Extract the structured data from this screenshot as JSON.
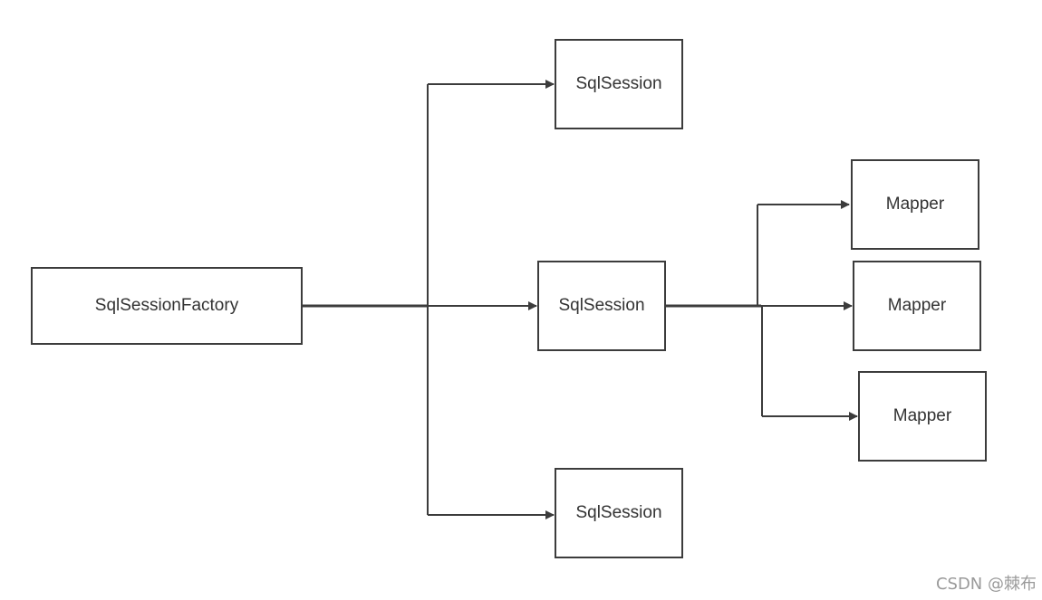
{
  "nodes": {
    "factory": {
      "label": "SqlSessionFactory"
    },
    "session_top": {
      "label": "SqlSession"
    },
    "session_mid": {
      "label": "SqlSession"
    },
    "session_bottom": {
      "label": "SqlSession"
    },
    "mapper_1": {
      "label": "Mapper"
    },
    "mapper_2": {
      "label": "Mapper"
    },
    "mapper_3": {
      "label": "Mapper"
    }
  },
  "edges": [
    {
      "from": "factory",
      "to": "session_top"
    },
    {
      "from": "factory",
      "to": "session_mid"
    },
    {
      "from": "factory",
      "to": "session_bottom"
    },
    {
      "from": "session_mid",
      "to": "mapper_1"
    },
    {
      "from": "session_mid",
      "to": "mapper_2"
    },
    {
      "from": "session_mid",
      "to": "mapper_3"
    }
  ],
  "watermark": "CSDN @棘布",
  "colors": {
    "stroke": "#3c3c3c",
    "text": "#333333",
    "watermark": "#9a9a9a"
  }
}
